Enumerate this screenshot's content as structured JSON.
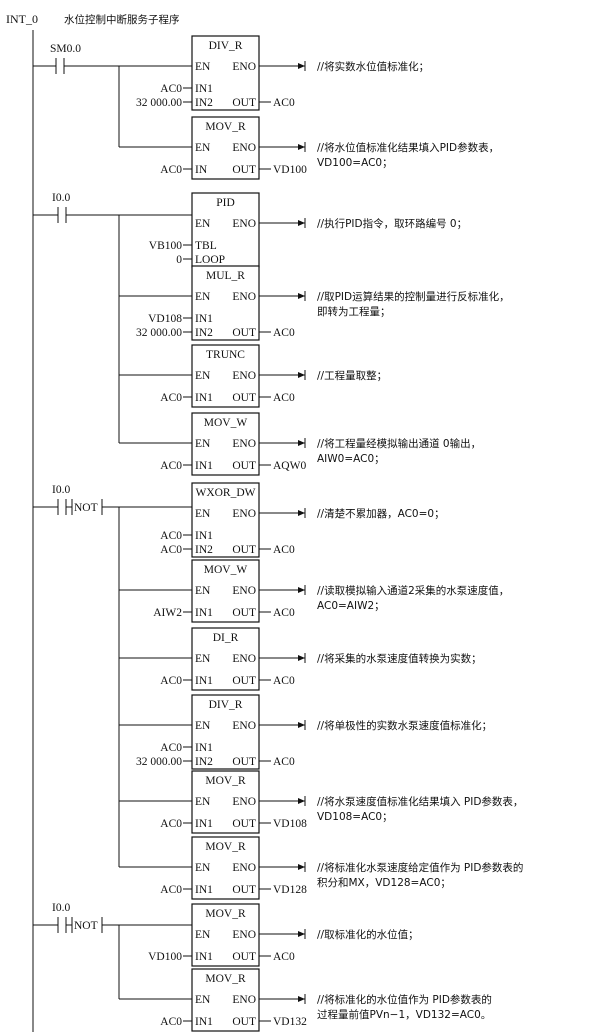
{
  "header": {
    "label": "INT_0",
    "title": "水位控制中断服务子程序"
  },
  "networks": [
    {
      "contact": {
        "label": "SM0.0",
        "not": false
      },
      "blocks": [
        {
          "name": "DIV_R",
          "inputs": [
            [
              "AC0",
              "IN1"
            ],
            [
              "32 000.00",
              "IN2"
            ]
          ],
          "outputs": [
            [
              "OUT",
              "AC0"
            ]
          ],
          "comment": [
            "//将实数水位值标准化；"
          ]
        },
        {
          "name": "MOV_R",
          "inputs": [
            [
              "AC0",
              "IN"
            ]
          ],
          "outputs": [
            [
              "OUT",
              "VD100"
            ]
          ],
          "comment": [
            "//将水位值标准化结果填入PID参数表，",
            "VD100=AC0；"
          ]
        }
      ]
    },
    {
      "contact": {
        "label": "I0.0",
        "not": false
      },
      "blocks": [
        {
          "name": "PID",
          "inputs": [
            [
              "VB100",
              "TBL"
            ],
            [
              "0",
              "LOOP"
            ]
          ],
          "outputs": [],
          "comment": [
            "//执行PID指令，取环路编号 0；"
          ]
        },
        {
          "name": "MUL_R",
          "inputs": [
            [
              "VD108",
              "IN1"
            ],
            [
              "32 000.00",
              "IN2"
            ]
          ],
          "outputs": [
            [
              "OUT",
              "AC0"
            ]
          ],
          "comment": [
            "//取PID运算结果的控制量进行反标准化，",
            "即转为工程量；"
          ]
        },
        {
          "name": "TRUNC",
          "inputs": [
            [
              "AC0",
              "IN1"
            ]
          ],
          "outputs": [
            [
              "OUT",
              "AC0"
            ]
          ],
          "comment": [
            "//工程量取整；"
          ]
        },
        {
          "name": "MOV_W",
          "inputs": [
            [
              "AC0",
              "IN1"
            ]
          ],
          "outputs": [
            [
              "OUT",
              "AQW0"
            ]
          ],
          "comment": [
            "//将工程量经模拟输出通道 0输出，",
            "AIW0=AC0；"
          ]
        }
      ]
    },
    {
      "contact": {
        "label": "I0.0",
        "not": true,
        "not_label": "NOT"
      },
      "blocks": [
        {
          "name": "WXOR_DW",
          "inputs": [
            [
              "AC0",
              "IN1"
            ],
            [
              "AC0",
              "IN2"
            ]
          ],
          "outputs": [
            [
              "OUT",
              "AC0"
            ]
          ],
          "comment": [
            "//清楚不累加器，AC0=0；"
          ]
        },
        {
          "name": "MOV_W",
          "inputs": [
            [
              "AIW2",
              "IN1"
            ]
          ],
          "outputs": [
            [
              "OUT",
              "AC0"
            ]
          ],
          "comment": [
            "//读取模拟输入通道2采集的水泵速度值，",
            "AC0=AIW2；"
          ]
        },
        {
          "name": "DI_R",
          "inputs": [
            [
              "AC0",
              "IN1"
            ]
          ],
          "outputs": [
            [
              "OUT",
              "AC0"
            ]
          ],
          "comment": [
            "//将采集的水泵速度值转换为实数；"
          ]
        },
        {
          "name": "DIV_R",
          "inputs": [
            [
              "AC0",
              "IN1"
            ],
            [
              "32 000.00",
              "IN2"
            ]
          ],
          "outputs": [
            [
              "OUT",
              "AC0"
            ]
          ],
          "comment": [
            "//将单极性的实数水泵速度值标准化；"
          ]
        },
        {
          "name": "MOV_R",
          "inputs": [
            [
              "AC0",
              "IN1"
            ]
          ],
          "outputs": [
            [
              "OUT",
              "VD108"
            ]
          ],
          "comment": [
            "//将水泵速度值标准化结果填入 PID参数表，",
            "VD108=AC0；"
          ]
        },
        {
          "name": "MOV_R",
          "inputs": [
            [
              "AC0",
              "IN1"
            ]
          ],
          "outputs": [
            [
              "OUT",
              "VD128"
            ]
          ],
          "comment": [
            "//将标准化水泵速度给定值作为 PID参数表的",
            "积分和MX，VD128=AC0；"
          ]
        }
      ]
    },
    {
      "contact": {
        "label": "I0.0",
        "not": true,
        "not_label": "NOT"
      },
      "blocks": [
        {
          "name": "MOV_R",
          "inputs": [
            [
              "VD100",
              "IN1"
            ]
          ],
          "outputs": [
            [
              "OUT",
              "AC0"
            ]
          ],
          "comment": [
            "//取标准化的水位值；"
          ]
        },
        {
          "name": "MOV_R",
          "inputs": [
            [
              "AC0",
              "IN1"
            ]
          ],
          "outputs": [
            [
              "OUT",
              "VD132"
            ]
          ],
          "comment": [
            "//将标准化的水位值作为 PID参数表的",
            "过程量前值PVn−1，VD132=AC0。"
          ]
        }
      ]
    }
  ],
  "pins": {
    "en": "EN",
    "eno": "ENO"
  }
}
